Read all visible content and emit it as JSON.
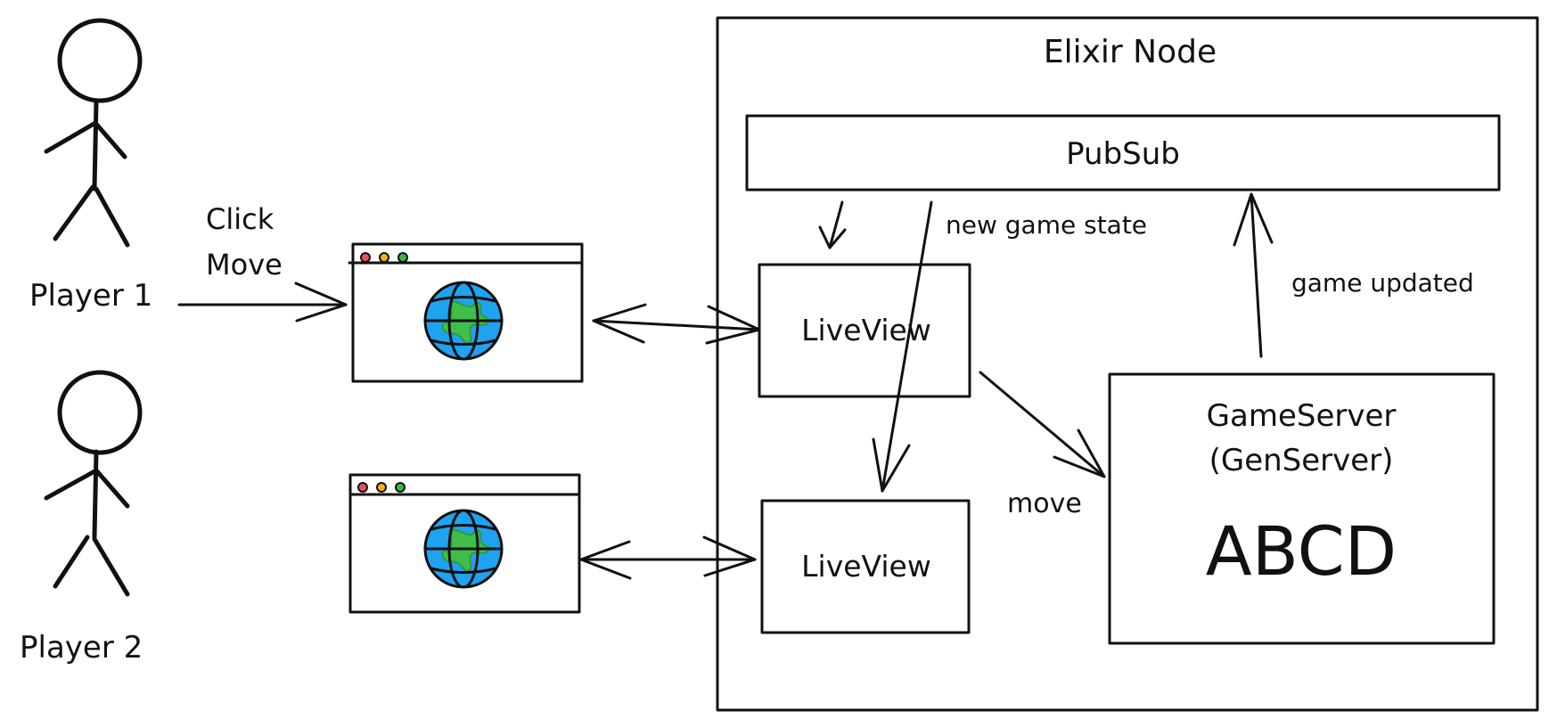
{
  "actors": {
    "player1": {
      "label": "Player 1"
    },
    "player2": {
      "label": "Player 2"
    }
  },
  "edges": {
    "player1_to_browser": {
      "label_line1": "Click",
      "label_line2": "Move"
    },
    "pubsub_to_liveview2": {
      "label": "new game state"
    },
    "gameserver_to_pubsub": {
      "label": "game updated"
    },
    "liveview1_to_gameserver": {
      "label": "move"
    }
  },
  "elixir_node": {
    "title": "Elixir Node",
    "pubsub": {
      "label": "PubSub"
    },
    "liveview1": {
      "label": "LiveView"
    },
    "liveview2": {
      "label": "LiveView"
    },
    "gameserver": {
      "title": "GameServer",
      "subtitle": "(GenServer)",
      "state": "ABCD"
    }
  },
  "browsers": [
    {
      "name": "browser-window-player-1",
      "icon": "globe-icon"
    },
    {
      "name": "browser-window-player-2",
      "icon": "globe-icon"
    }
  ],
  "colors": {
    "ink": "#111111",
    "window_dot_red": "#e8545e",
    "window_dot_yellow": "#f2b11a",
    "window_dot_green": "#3cb54a",
    "globe_ocean": "#1fa2ef",
    "globe_land": "#3fbf4a",
    "globe_land_outline": "#2e9b3c"
  }
}
